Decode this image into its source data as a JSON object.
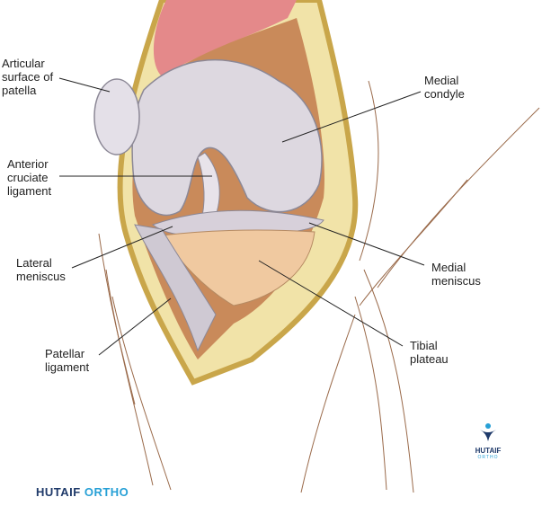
{
  "labels": {
    "articular_surface": "Articular\nsurface of\npatella",
    "anterior_cruciate": "Anterior\ncruciate\nligament",
    "lateral_meniscus": "Lateral\nmeniscus",
    "patellar_ligament": "Patellar\nligament",
    "medial_condyle": "Medial\ncondyle",
    "medial_meniscus": "Medial\nmeniscus",
    "tibial_plateau": "Tibial\nplateau"
  },
  "brand": {
    "name_part1": "HUTAIF",
    "name_part2": "ORTHO",
    "logo_text": "HUTAIF",
    "logo_sub": "ORTHO"
  },
  "colors": {
    "leader": "#222222",
    "skin_edge": "#8a5a3a",
    "fat": "#e8cf4a",
    "bone": "#d8d3dc",
    "muscle": "#e4898a",
    "plateau": "#f0c9a0",
    "brand_dark": "#1f3a6a",
    "brand_light": "#27a0d6"
  }
}
